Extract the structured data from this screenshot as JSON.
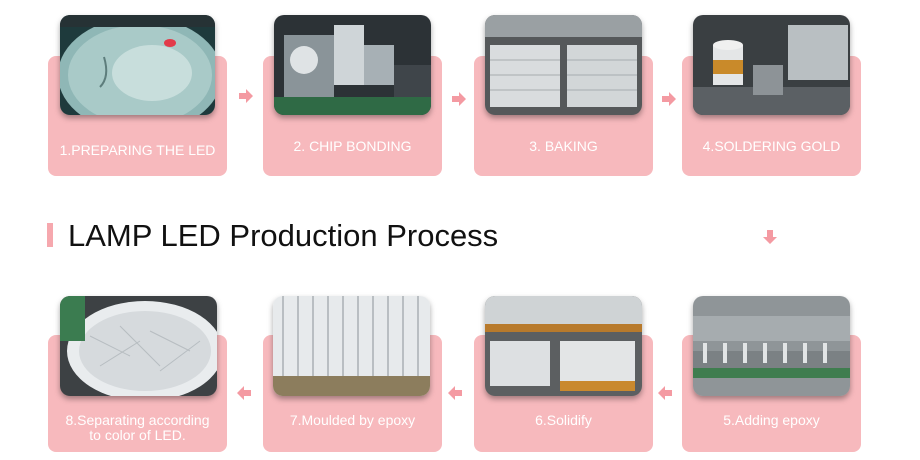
{
  "title": "LAMP LED Production Process",
  "colors": {
    "card": "#f7b9bd",
    "arrow": "#f49aa2",
    "label": "#ffffff",
    "title": "#111111"
  },
  "steps": [
    {
      "label": "1.PREPARING THE LED"
    },
    {
      "label": "2. CHIP BONDING"
    },
    {
      "label": "3. BAKING"
    },
    {
      "label": "4.SOLDERING GOLD"
    },
    {
      "label": "5.Adding epoxy"
    },
    {
      "label": "6.Solidify"
    },
    {
      "label": "7.Moulded by epoxy"
    },
    {
      "label_line1": "8.Separating according",
      "label_line2": "to color of LED."
    }
  ],
  "arrows": [
    "arrow-right-icon",
    "arrow-right-icon",
    "arrow-right-icon",
    "arrow-down-icon",
    "arrow-left-icon",
    "arrow-left-icon",
    "arrow-left-icon"
  ]
}
